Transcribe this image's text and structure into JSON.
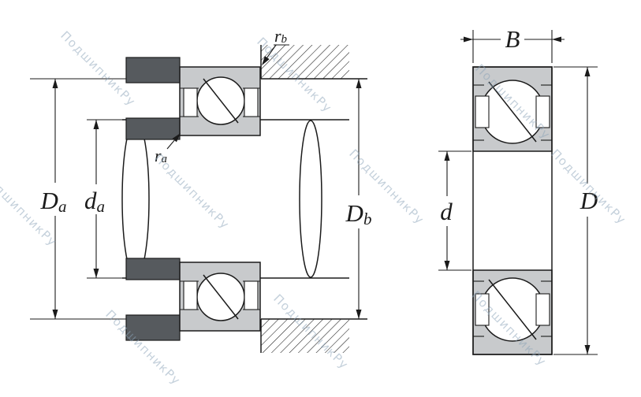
{
  "diagram": {
    "type": "angular-contact-ball-bearing-drawing",
    "watermark_text": "ПодшипникРу"
  },
  "left_view": {
    "labels": {
      "Da": {
        "main": "D",
        "sub": "a"
      },
      "da": {
        "main": "d",
        "sub": "a"
      },
      "Db": {
        "main": "D",
        "sub": "b"
      },
      "ra": {
        "main": "r",
        "sub": "a"
      },
      "rb": {
        "main": "r",
        "sub": "b"
      }
    }
  },
  "right_view": {
    "labels": {
      "B": {
        "main": "B"
      },
      "d": {
        "main": "d"
      },
      "D": {
        "main": "D"
      }
    }
  },
  "colors": {
    "line": "#1b1b1b",
    "dark_gray": "#565a5e",
    "light_gray": "#c8cacc",
    "watermark": "#8ba3b8",
    "background": "#ffffff"
  }
}
